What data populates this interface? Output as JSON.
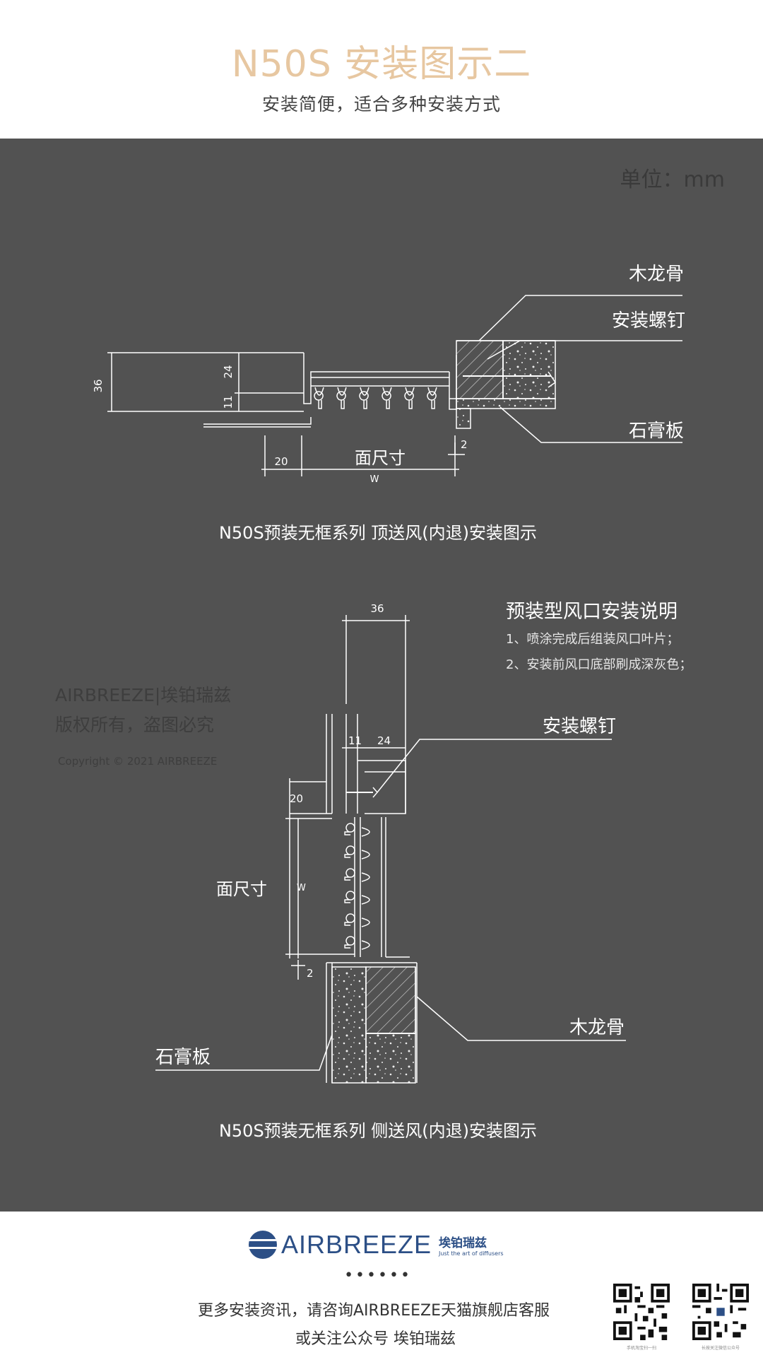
{
  "header": {
    "title": "N50S 安装图示二",
    "subtitle": "安装简便，适合多种安装方式"
  },
  "unit": "单位：mm",
  "watermark": {
    "line1": "AIRBREEZE|埃铂瑞兹",
    "line2": "版权所有，盗图必究",
    "copyright": "Copyright © 2021 AIRBREEZE"
  },
  "diagram1": {
    "caption": "N50S预装无框系列  顶送风(内退)安装图示",
    "labels": {
      "wood": "木龙骨",
      "screw": "安装螺钉",
      "gypsum": "石膏板",
      "face": "面尺寸",
      "w": "W"
    },
    "dims": {
      "d36": "36",
      "d24": "24",
      "d11": "11",
      "d20": "20",
      "d2": "2"
    }
  },
  "diagram2": {
    "caption": "N50S预装无框系列  侧送风(内退)安装图示",
    "labels": {
      "screw": "安装螺钉",
      "wood": "木龙骨",
      "gypsum": "石膏板",
      "face": "面尺寸",
      "w": "W"
    },
    "dims": {
      "d36": "36",
      "d11": "11",
      "d24": "24",
      "d20": "20",
      "d2": "2"
    }
  },
  "notes": {
    "title": "预装型风口安装说明",
    "items": [
      "1、喷涂完成后组装风口叶片；",
      "2、安装前风口底部刷成深灰色；"
    ]
  },
  "footer": {
    "brand": "AIRBREEZE",
    "brand_cn": "埃铂瑞兹",
    "tagline": "Just the art of diffusers",
    "dots": "••••••",
    "line1": "更多安装资讯，请咨询AIRBREEZE天猫旗舰店客服",
    "line2": "或关注公众号 埃铂瑞兹",
    "qr1_caption": "手机淘宝扫一扫",
    "qr2_caption": "长按关注微信公众号"
  },
  "colors": {
    "title": "#e7c7a1",
    "panel": "#525252",
    "line": "#ffffff",
    "brand": "#2c4f86"
  }
}
